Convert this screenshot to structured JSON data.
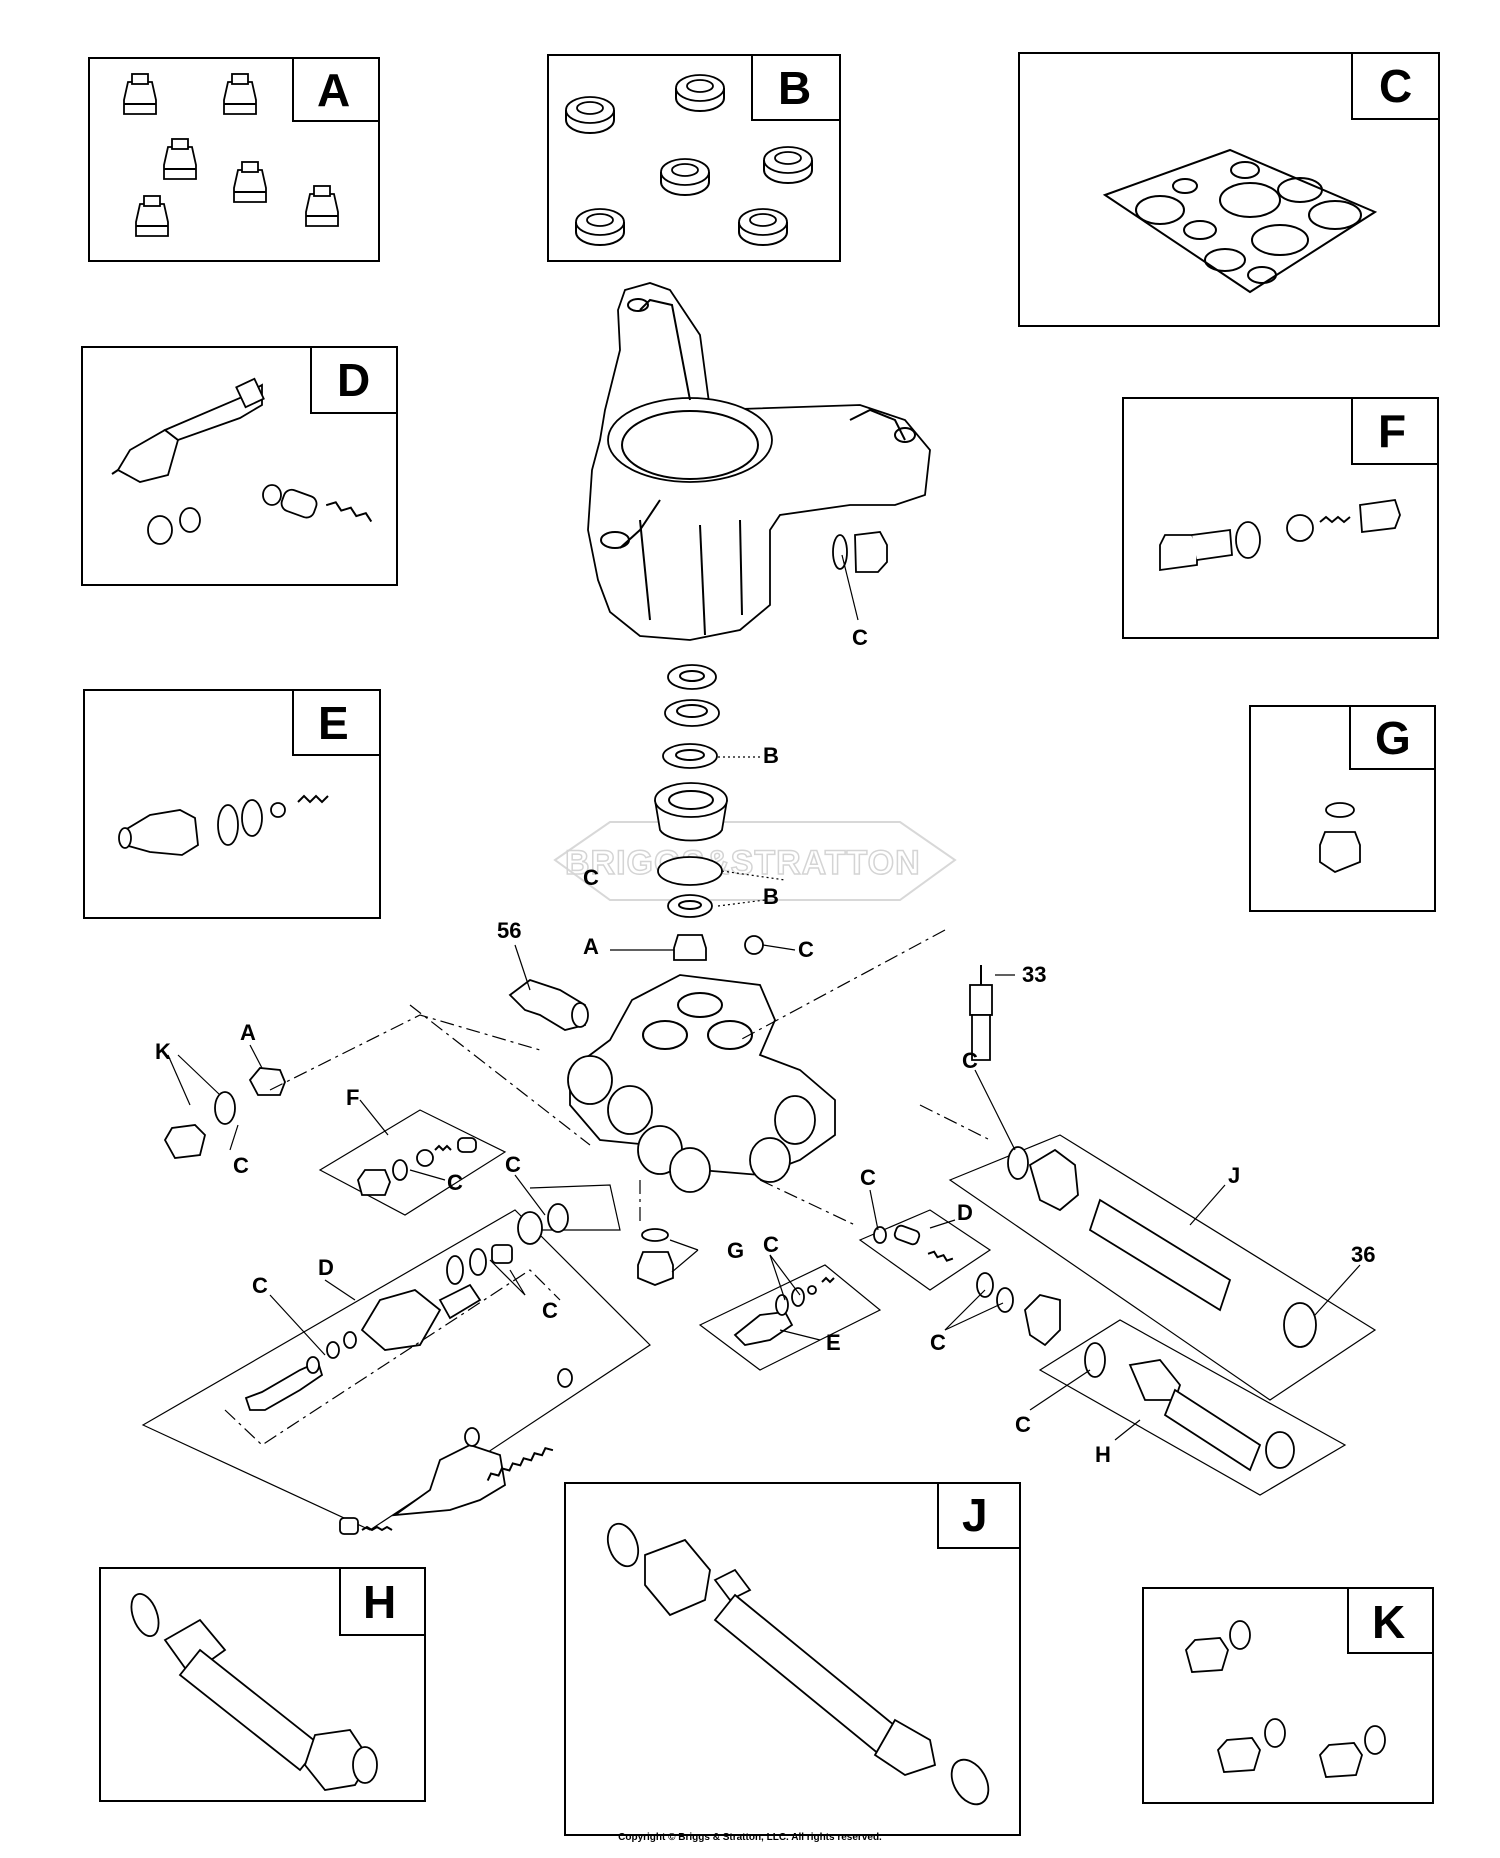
{
  "kits": {
    "A": "A",
    "B": "B",
    "C": "C",
    "D": "D",
    "E": "E",
    "F": "F",
    "G": "G",
    "H": "H",
    "J": "J",
    "K": "K"
  },
  "callouts": {
    "c_manifold_plug": "C",
    "b_upper": "B",
    "c_oring": "C",
    "b_lower": "B",
    "a_valve": "A",
    "c_ball": "C",
    "n56": "56",
    "n33": "33",
    "k_left": "K",
    "a_left": "A",
    "c_left": "C",
    "f_mid": "F",
    "c_f": "C",
    "c_d_top": "C",
    "d_left": "D",
    "c_d_left": "C",
    "c_d_mid": "C",
    "g_mid": "G",
    "c_e": "C",
    "e_mid": "E",
    "c_right_top": "C",
    "j_mid": "J",
    "c_d_right": "C",
    "d_right": "D",
    "n36": "36",
    "c_h_left": "C",
    "c_h": "C",
    "h_mid": "H"
  },
  "watermark": "BRIGGS&STRATTON",
  "copyright": "Copyright © Briggs & Stratton, LLC. All rights reserved."
}
